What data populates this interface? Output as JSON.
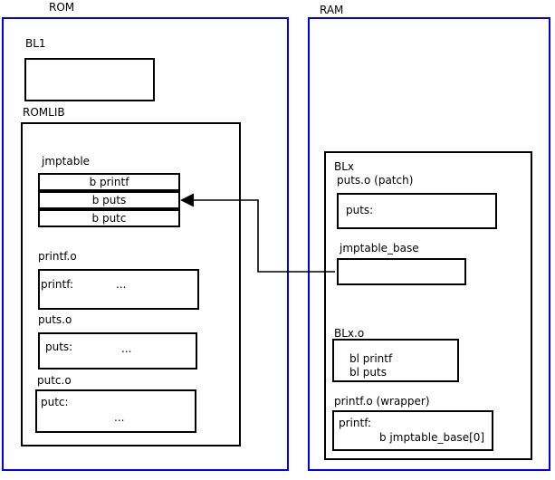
{
  "rom": {
    "label": "ROM",
    "bl1": {
      "label": "BL1"
    },
    "romlib": {
      "label": "ROMLIB",
      "jmptable": {
        "label": "jmptable",
        "entries": [
          "b printf",
          "b puts",
          "b putc"
        ]
      },
      "printf_o": {
        "label": "printf.o",
        "symbol": "printf:",
        "ellipsis": "..."
      },
      "puts_o": {
        "label": "puts.o",
        "symbol": "puts:",
        "ellipsis": "..."
      },
      "putc_o": {
        "label": "putc.o",
        "symbol": "putc:",
        "ellipsis": "..."
      }
    }
  },
  "ram": {
    "label": "RAM",
    "blx": {
      "label": "BLx",
      "puts_patch": {
        "label": "puts.o (patch)",
        "symbol": "puts:"
      },
      "jmptable_base": {
        "label": "jmptable_base"
      },
      "blx_o": {
        "label": "BLx.o",
        "instructions": [
          "bl printf",
          "bl puts"
        ]
      },
      "printf_wrapper": {
        "label": "printf.o (wrapper)",
        "symbol": "printf:",
        "branch": "b jmptable_base[0]"
      }
    }
  },
  "colors": {
    "frame_blue": "#0000ee",
    "line_black": "#000000",
    "background": "#ffffff"
  }
}
